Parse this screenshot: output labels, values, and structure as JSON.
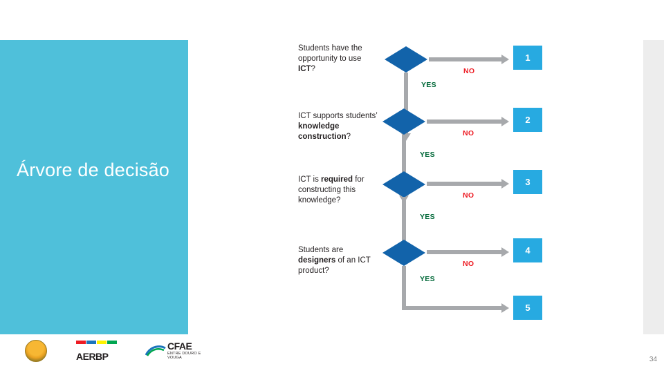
{
  "slide": {
    "title": "Árvore de decisão",
    "page_number": "34",
    "accent_color": "#4FC0DA",
    "diamond_color": "#1263AA",
    "endbox_color": "#27AAE1",
    "yes_color": "#006838",
    "no_color": "#ED1C24",
    "arrow_color": "#A7A9AC"
  },
  "chart_data": {
    "type": "flowchart",
    "title": "ICT decision tree",
    "nodes": [
      {
        "id": 1,
        "question_html": "Students have the opportunity to use <b>ICT</b>?",
        "yes_label": "YES",
        "no_label": "NO",
        "no_result": "1"
      },
      {
        "id": 2,
        "question_html": "ICT supports students&rsquo; <b>knowledge construction</b>?",
        "yes_label": "YES",
        "no_label": "NO",
        "no_result": "2"
      },
      {
        "id": 3,
        "question_html": "ICT is <b>required</b> for constructing this knowledge?",
        "yes_label": "YES",
        "no_label": "NO",
        "no_result": "3"
      },
      {
        "id": 4,
        "question_html": "Students are <b>designers</b> of an ICT product?",
        "yes_label": "YES",
        "no_label": "NO",
        "no_result": "4"
      }
    ],
    "final_result": "5"
  },
  "footer": {
    "logo1_caption": "",
    "logo2_text": "AERBP",
    "logo3_name": "CFAE",
    "logo3_sub": "ENTRE DOURO E VOUGA"
  }
}
